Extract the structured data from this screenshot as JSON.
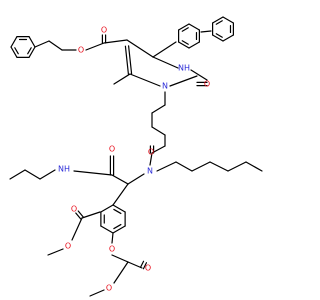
{
  "molecule": {
    "colors": {
      "bond": "#000000",
      "oxygen": "#e8121f",
      "nitrogen": "#2a2ad8",
      "background": "#ffffff"
    },
    "atom_labels": {
      "ester_oxygen_top": "O",
      "ester_carbonyl_oxygen_top": "O",
      "nh_ring": "NH",
      "ring_nitrogen": "N",
      "ring_carbonyl_oxygen": "O",
      "amide_carbonyl_oxygen": "O",
      "amide_nitrogen": "N",
      "gly_carbonyl_oxygen": "O",
      "nh_butyl": "NH",
      "benzoate_carbonyl_oxygen": "O",
      "benzoate_ether_oxygen": "O",
      "aryl_ether_oxygen": "O",
      "glycolate_carbonyl_oxygen": "O",
      "glycolate_ether_oxygen": "O"
    }
  }
}
